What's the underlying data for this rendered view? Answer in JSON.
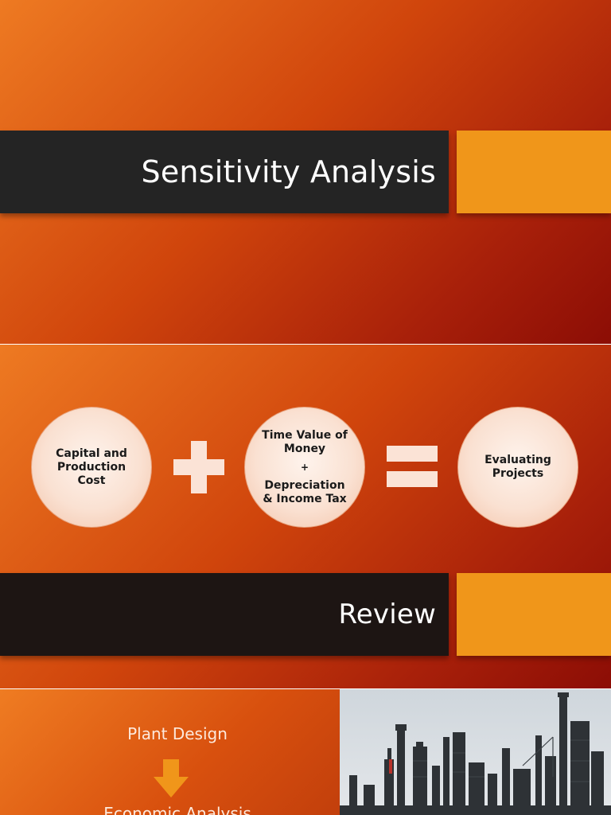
{
  "slide1": {
    "title": "Sensitivity Analysis"
  },
  "slide2": {
    "circles": [
      {
        "lines": [
          "Capital and",
          "Production",
          "Cost"
        ]
      },
      {
        "lines": [
          "Time Value of",
          "Money",
          "+",
          "Depreciation",
          "& Income Tax"
        ]
      },
      {
        "lines": [
          "Evaluating",
          "Projects"
        ]
      }
    ],
    "plus_icon": "plus-sign",
    "equals_icon": "equals-sign",
    "review_title": "Review"
  },
  "slide3": {
    "step1": "Plant Design",
    "arrow_icon": "arrow-down",
    "step2": "Economic Analysis",
    "photo": "refinery-image"
  },
  "colors": {
    "accent": "#f0961a",
    "title_bar": "#242424",
    "bg_orange": "#ee7a22",
    "bg_red": "#8c0d05"
  }
}
